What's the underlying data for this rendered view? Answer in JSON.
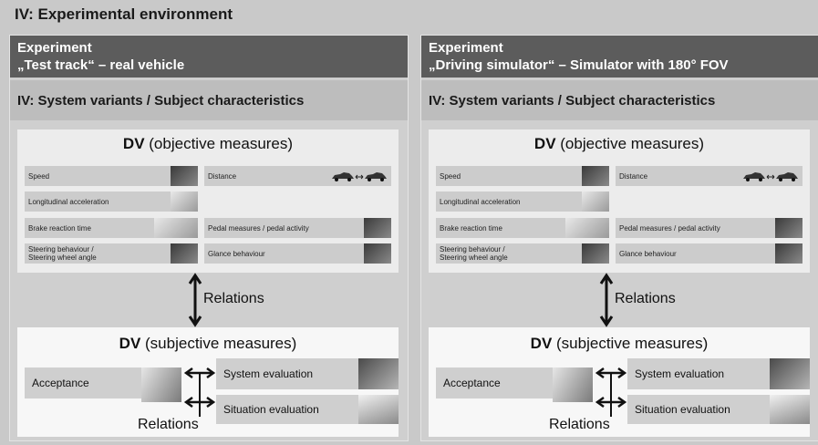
{
  "main_title": "IV: Experimental environment",
  "panels": [
    {
      "exp_line1": "Experiment",
      "exp_line2": "„Test track“ – real vehicle",
      "iv_label": "IV: System variants / Subject characteristics",
      "dv_obj_bold": "DV",
      "dv_obj_rest": " (objective measures)",
      "measures": {
        "speed": "Speed",
        "distance": "Distance",
        "long_acc": "Longitudinal acceleration",
        "brake": "Brake reaction time",
        "pedal": "Pedal measures / pedal activity",
        "steer1": "Steering behaviour /",
        "steer2": "Steering wheel angle",
        "glance": "Glance behaviour"
      },
      "relations_mid": "Relations",
      "dv_subj_bold": "DV",
      "dv_subj_rest": " (subjective measures)",
      "acceptance": "Acceptance",
      "system_eval": "System evaluation",
      "situation_eval": "Situation evaluation",
      "relations_bottom": "Relations"
    },
    {
      "exp_line1": "Experiment",
      "exp_line2": "„Driving simulator“ – Simulator with 180° FOV",
      "iv_label": "IV: System variants / Subject characteristics",
      "dv_obj_bold": "DV",
      "dv_obj_rest": " (objective measures)",
      "measures": {
        "speed": "Speed",
        "distance": "Distance",
        "long_acc": "Longitudinal acceleration",
        "brake": "Brake reaction time",
        "pedal": "Pedal measures / pedal activity",
        "steer1": "Steering behaviour /",
        "steer2": "Steering wheel angle",
        "glance": "Glance behaviour"
      },
      "relations_mid": "Relations",
      "dv_subj_bold": "DV",
      "dv_subj_rest": " (subjective measures)",
      "acceptance": "Acceptance",
      "system_eval": "System evaluation",
      "situation_eval": "Situation evaluation",
      "relations_bottom": "Relations"
    }
  ]
}
